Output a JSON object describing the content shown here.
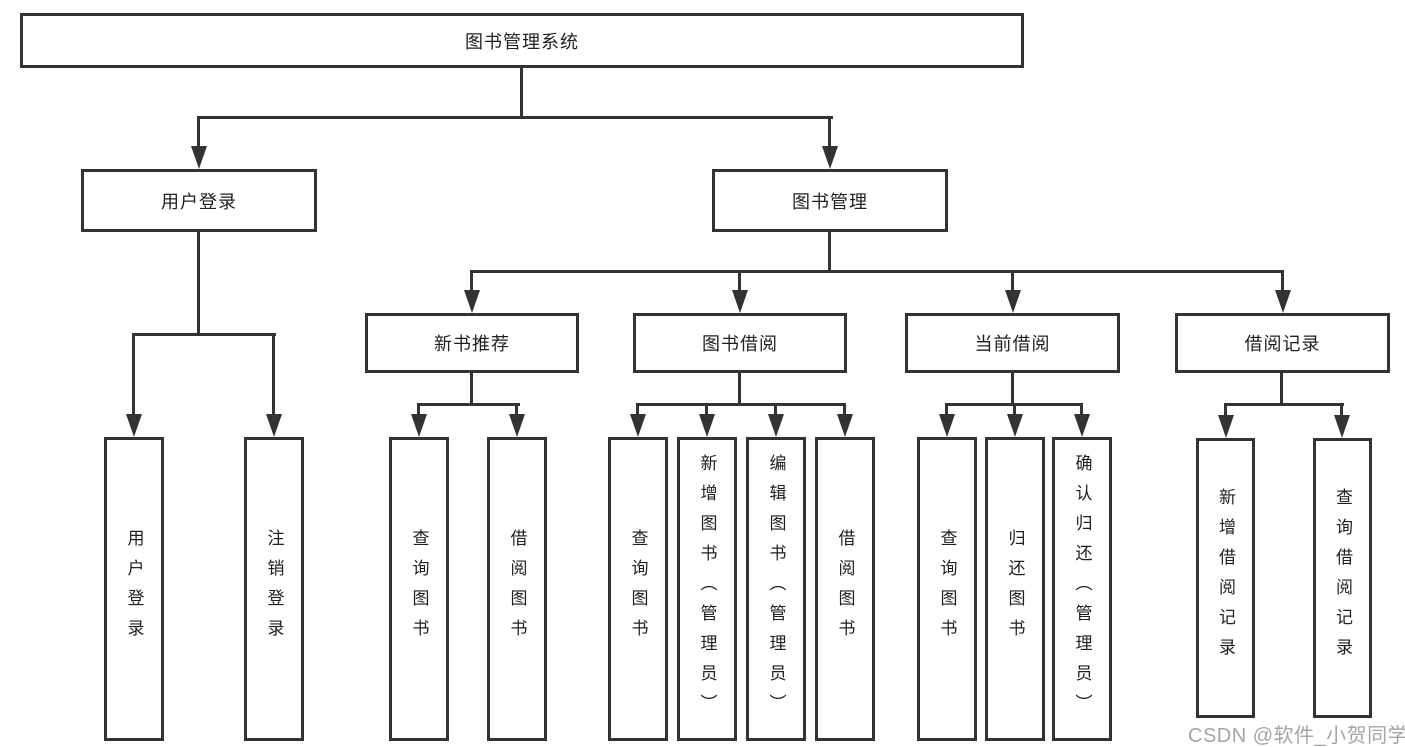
{
  "diagram": {
    "type": "hierarchy-structure-chart",
    "colors": {
      "background": "#ffffff",
      "line": "#333333",
      "border": "#333333",
      "text": "#1f1f1f",
      "watermark": "#a5a5a5"
    },
    "watermark": "CSDN @软件_小贺同学"
  },
  "nodes": {
    "root": "图书管理系统",
    "level2": [
      "用户登录",
      "图书管理"
    ],
    "level3": [
      "新书推荐",
      "图书借阅",
      "当前借阅",
      "借阅记录"
    ],
    "leaves": [
      "用户登录",
      "注销登录",
      "查询图书",
      "借阅图书",
      "查询图书",
      "新增图书（管理员）",
      "编辑图书（管理员）",
      "借阅图书",
      "查询图书",
      "归还图书",
      "确认归还（管理员）",
      "新增借阅记录",
      "查询借阅记录"
    ]
  }
}
